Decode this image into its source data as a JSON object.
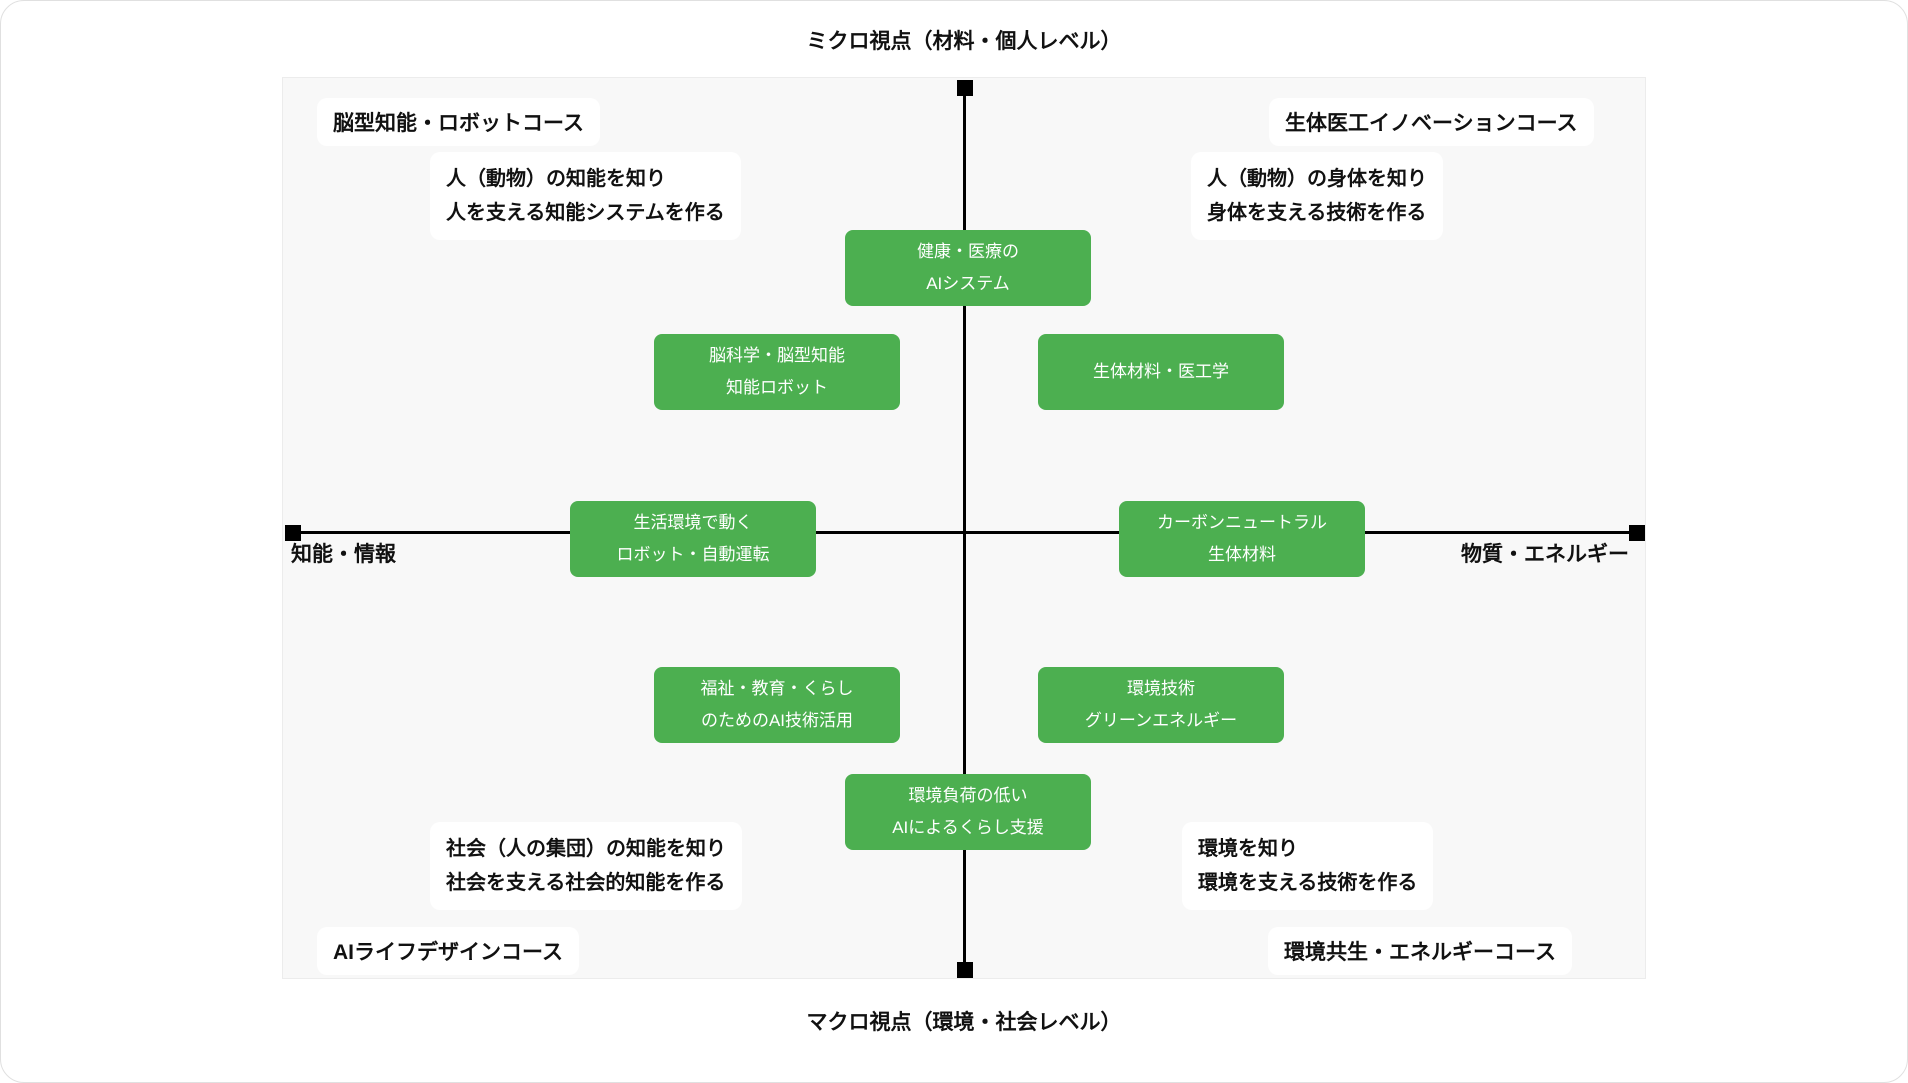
{
  "colors": {
    "topic_green": "#4caf50",
    "panel_background": "#f8f8f8",
    "axis_black": "#000000"
  },
  "axes": {
    "top_label": "ミクロ視点（材料・個人レベル）",
    "bottom_label": "マクロ視点（環境・社会レベル）",
    "left_label": "知能・情報",
    "right_label": "物質・エネルギー"
  },
  "quadrants": {
    "top_left": {
      "course": "脳型知能・ロボットコース",
      "desc_line1": "人（動物）の知能を知り",
      "desc_line2": "人を支える知能システムを作る"
    },
    "top_right": {
      "course": "生体医工イノベーションコース",
      "desc_line1": "人（動物）の身体を知り",
      "desc_line2": "身体を支える技術を作る"
    },
    "bottom_left": {
      "course": "AIライフデザインコース",
      "desc_line1": "社会（人の集団）の知能を知り",
      "desc_line2": "社会を支える社会的知能を作る"
    },
    "bottom_right": {
      "course": "環境共生・エネルギーコース",
      "desc_line1": "環境を知り",
      "desc_line2": "環境を支える技術を作る"
    }
  },
  "topics": {
    "health_medical_ai": {
      "line1": "健康・医療の",
      "line2": "AIシステム"
    },
    "brain_science": {
      "line1": "脳科学・脳型知能",
      "line2": "知能ロボット"
    },
    "biomaterials": {
      "line1": "生体材料・医工学"
    },
    "life_robot": {
      "line1": "生活環境で動く",
      "line2": "ロボット・自動運転"
    },
    "carbon_neutral": {
      "line1": "カーボンニュートラル",
      "line2": "生体材料"
    },
    "welfare_ai": {
      "line1": "福祉・教育・くらし",
      "line2": "のためのAI技術活用"
    },
    "env_tech": {
      "line1": "環境技術",
      "line2": "グリーンエネルギー"
    },
    "low_env_ai": {
      "line1": "環境負荷の低い",
      "line2": "AIによるくらし支援"
    }
  }
}
